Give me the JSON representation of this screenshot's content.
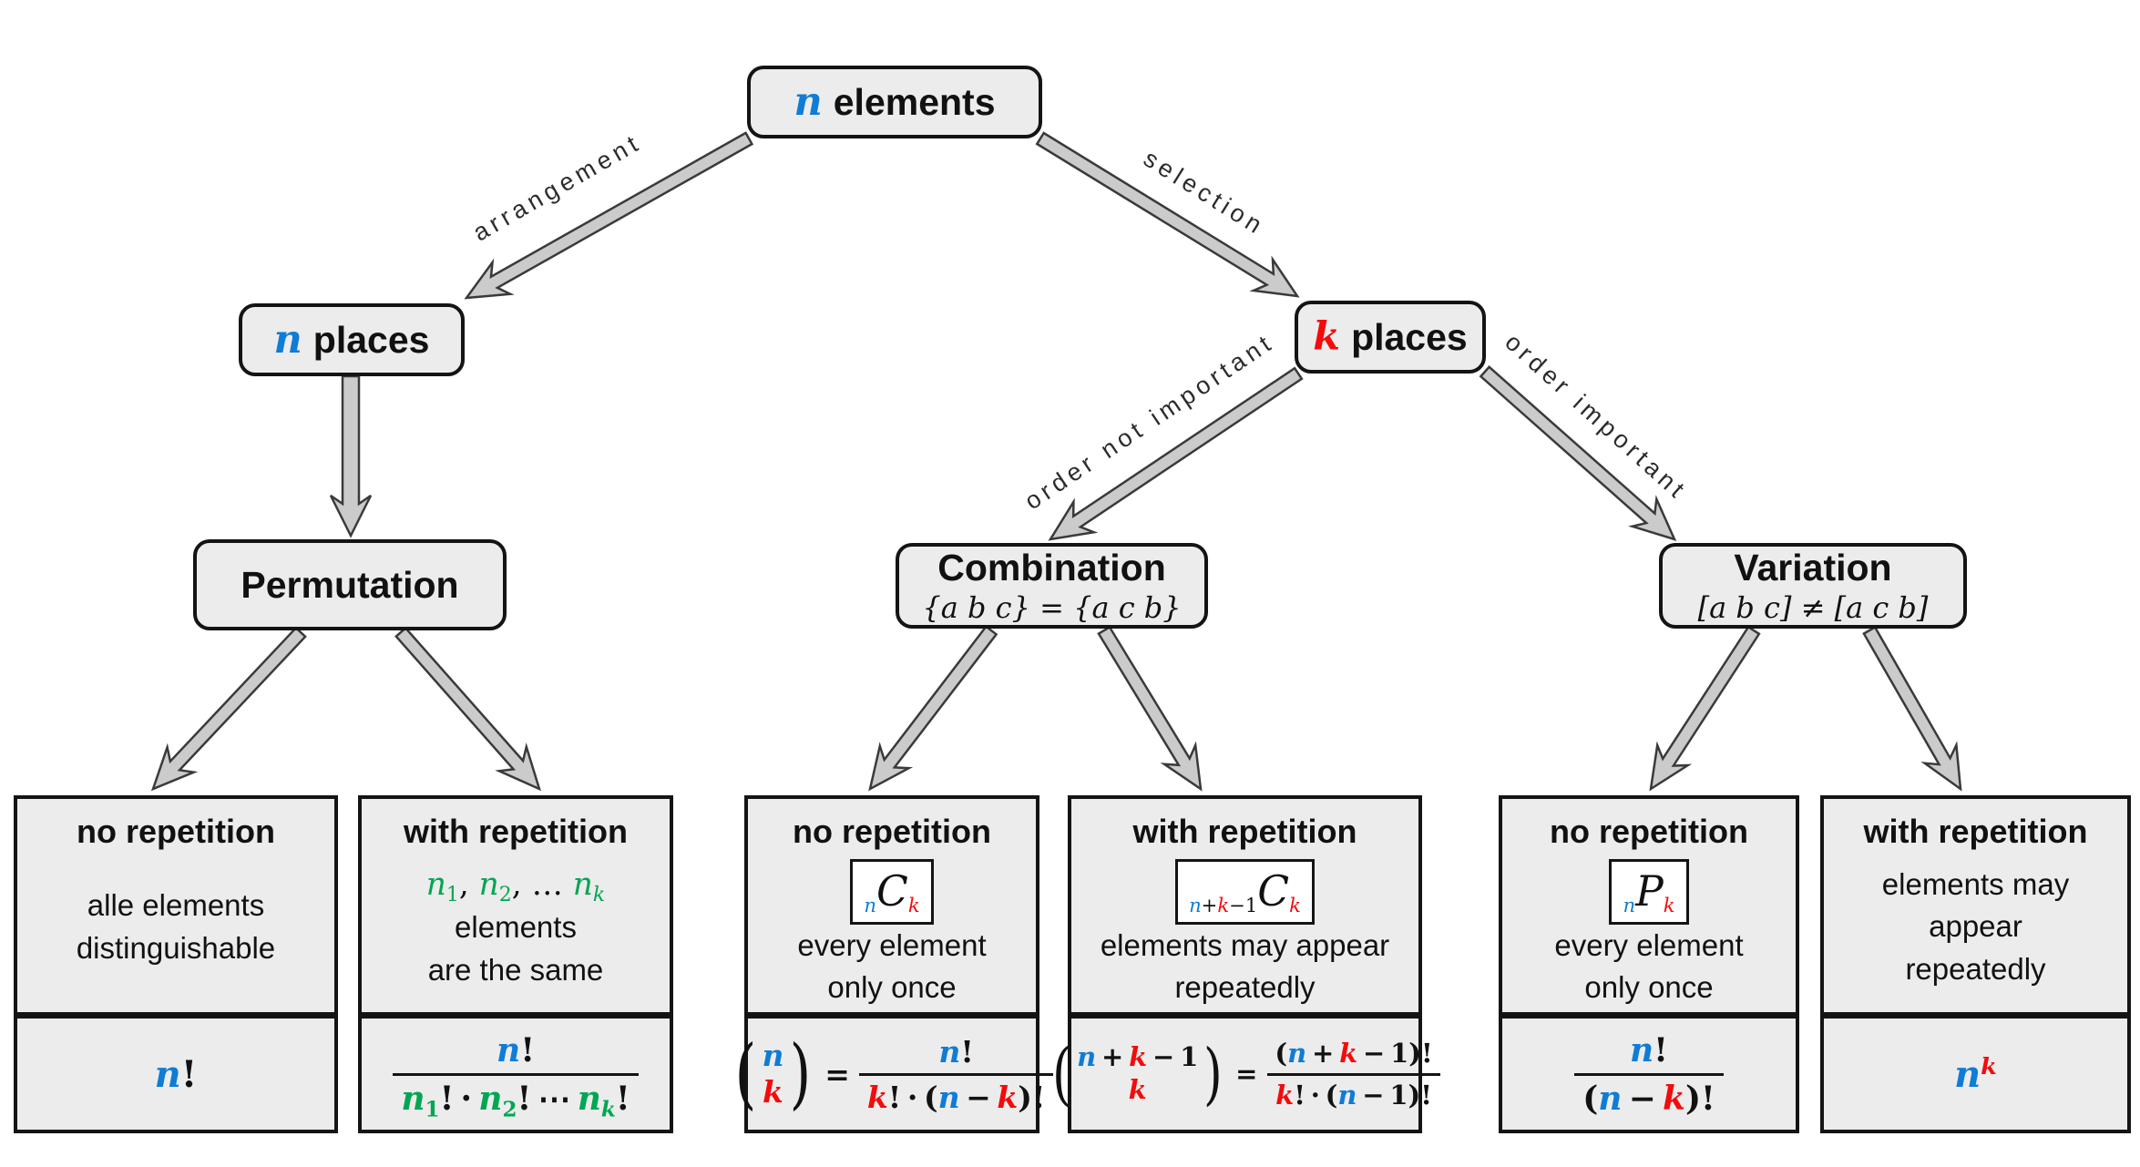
{
  "palette": {
    "blue": "#0f7cd5",
    "red": "#f40b0b",
    "green": "#00a651",
    "box_fill": "#ececec",
    "border": "#141414",
    "arrow_fill": "#cbcbcb",
    "arrow_stroke": "#3a3a3a",
    "label": "#2c2c2c"
  },
  "nodes": {
    "root": {
      "var": "n",
      "label": "elements"
    },
    "n_places": {
      "var": "n",
      "label": "places"
    },
    "k_places": {
      "var": "k",
      "label": "places"
    },
    "permutation": {
      "title": "Permutation"
    },
    "combination": {
      "title": "Combination",
      "subtitle": "{a b c} = {a c b}"
    },
    "variation": {
      "title": "Variation",
      "subtitle": "[a b c] ≠ [a c b]"
    }
  },
  "edges": {
    "arrangement": "arrangement",
    "selection": "selection",
    "order_not_important": "order not important",
    "order_important": "order important"
  },
  "leaves": [
    {
      "title": "no repetition",
      "desc": [
        {
          "text": "alle elements"
        },
        {
          "br": 1
        },
        {
          "text": "distinguishable"
        }
      ],
      "formula": [
        {
          "math": [
            {
              "t": "n",
              "c": "blue"
            },
            {
              "t": "!",
              "up": 1
            }
          ]
        }
      ]
    },
    {
      "title": "with repetition",
      "desc": [
        {
          "math": [
            {
              "t": "n",
              "c": "green",
              "sub": {
                "t": "1",
                "c": "green",
                "up": 1
              }
            },
            {
              "t": ", ",
              "up": 1
            },
            {
              "t": "n",
              "c": "green",
              "sub": {
                "t": "2",
                "c": "green",
                "up": 1
              }
            },
            {
              "t": ", … ",
              "up": 1
            },
            {
              "t": "n",
              "c": "green",
              "sub": {
                "t": "k",
                "c": "green"
              }
            }
          ]
        },
        {
          "text": " elements"
        },
        {
          "br": 1
        },
        {
          "text": "are the same"
        }
      ],
      "formula": [
        {
          "frac": {
            "num": [
              {
                "math": [
                  {
                    "t": "n",
                    "c": "blue"
                  },
                  {
                    "t": "!",
                    "up": 1
                  }
                ]
              }
            ],
            "den": [
              {
                "math": [
                  {
                    "t": "n",
                    "c": "green",
                    "sub": {
                      "t": "1",
                      "c": "green",
                      "up": 1
                    }
                  },
                  {
                    "t": "! · ",
                    "up": 1
                  },
                  {
                    "t": "n",
                    "c": "green",
                    "sub": {
                      "t": "2",
                      "c": "green",
                      "up": 1
                    }
                  },
                  {
                    "t": "! ⋯ ",
                    "up": 1
                  },
                  {
                    "t": "n",
                    "c": "green",
                    "sub": {
                      "t": "k",
                      "c": "green"
                    }
                  },
                  {
                    "t": "!",
                    "up": 1
                  }
                ]
              }
            ]
          }
        }
      ]
    },
    {
      "title": "no repetition",
      "badge": [
        {
          "math": [
            {
              "sub": {
                "t": "n",
                "c": "blue"
              }
            },
            {
              "t": "C",
              "big": 1
            },
            {
              "sub": {
                "t": "k",
                "c": "red"
              }
            }
          ]
        }
      ],
      "desc": [
        {
          "text": "every element"
        },
        {
          "br": 1
        },
        {
          "text": "only once"
        }
      ],
      "formula": [
        {
          "binom": {
            "top": [
              {
                "math": [
                  {
                    "t": "n",
                    "c": "blue"
                  }
                ]
              }
            ],
            "bottom": [
              {
                "math": [
                  {
                    "t": "k",
                    "c": "red"
                  }
                ]
              }
            ]
          }
        },
        {
          "math": [
            {
              "t": "=",
              "up": 1
            }
          ]
        },
        {
          "frac": {
            "num": [
              {
                "math": [
                  {
                    "t": "n",
                    "c": "blue"
                  },
                  {
                    "t": "!",
                    "up": 1
                  }
                ]
              }
            ],
            "den": [
              {
                "math": [
                  {
                    "t": "k",
                    "c": "red"
                  },
                  {
                    "t": "! · (",
                    "up": 1
                  },
                  {
                    "t": "n",
                    "c": "blue"
                  },
                  {
                    "t": " − ",
                    "up": 1
                  },
                  {
                    "t": "k",
                    "c": "red"
                  },
                  {
                    "t": ")!",
                    "up": 1
                  }
                ]
              }
            ]
          }
        }
      ]
    },
    {
      "title": "with repetition",
      "badge": [
        {
          "math": [
            {
              "sub": {
                "t": "n",
                "c": "blue"
              }
            },
            {
              "sub": {
                "t": "+",
                "up": 1
              }
            },
            {
              "sub": {
                "t": "k",
                "c": "red"
              }
            },
            {
              "sub": {
                "t": "−1",
                "up": 1
              }
            },
            {
              "t": "C",
              "big": 1
            },
            {
              "sub": {
                "t": "k",
                "c": "red"
              }
            }
          ]
        }
      ],
      "desc": [
        {
          "text": "elements may appear"
        },
        {
          "br": 1
        },
        {
          "text": "repeatedly"
        }
      ],
      "formula": [
        {
          "binom": {
            "top": [
              {
                "math": [
                  {
                    "t": "n",
                    "c": "blue"
                  },
                  {
                    "t": " + ",
                    "up": 1
                  },
                  {
                    "t": "k",
                    "c": "red"
                  },
                  {
                    "t": " − 1",
                    "up": 1
                  }
                ]
              }
            ],
            "bottom": [
              {
                "math": [
                  {
                    "t": "k",
                    "c": "red"
                  }
                ]
              }
            ]
          }
        },
        {
          "math": [
            {
              "t": "=",
              "up": 1
            }
          ]
        },
        {
          "frac": {
            "num": [
              {
                "math": [
                  {
                    "t": "(",
                    "up": 1
                  },
                  {
                    "t": "n",
                    "c": "blue"
                  },
                  {
                    "t": " + ",
                    "up": 1
                  },
                  {
                    "t": "k",
                    "c": "red"
                  },
                  {
                    "t": " − 1",
                    "up": 1
                  },
                  {
                    "t": ")!",
                    "up": 1
                  }
                ]
              }
            ],
            "den": [
              {
                "math": [
                  {
                    "t": "k",
                    "c": "red"
                  },
                  {
                    "t": "! · (",
                    "up": 1
                  },
                  {
                    "t": "n",
                    "c": "blue"
                  },
                  {
                    "t": " − 1)!",
                    "up": 1
                  }
                ]
              }
            ]
          }
        }
      ]
    },
    {
      "title": "no repetition",
      "badge": [
        {
          "math": [
            {
              "sub": {
                "t": "n",
                "c": "blue"
              }
            },
            {
              "t": "P",
              "big": 1
            },
            {
              "sub": {
                "t": "k",
                "c": "red"
              }
            }
          ]
        }
      ],
      "desc": [
        {
          "text": "every element"
        },
        {
          "br": 1
        },
        {
          "text": "only once"
        }
      ],
      "formula": [
        {
          "frac": {
            "num": [
              {
                "math": [
                  {
                    "t": "n",
                    "c": "blue"
                  },
                  {
                    "t": "!",
                    "up": 1
                  }
                ]
              }
            ],
            "den": [
              {
                "math": [
                  {
                    "t": "(",
                    "up": 1
                  },
                  {
                    "t": "n",
                    "c": "blue"
                  },
                  {
                    "t": " − ",
                    "up": 1
                  },
                  {
                    "t": "k",
                    "c": "red"
                  },
                  {
                    "t": ")!",
                    "up": 1
                  }
                ]
              }
            ]
          }
        }
      ]
    },
    {
      "title": "with repetition",
      "desc": [
        {
          "text": "elements may appear"
        },
        {
          "br": 1
        },
        {
          "text": "repeatedly"
        }
      ],
      "formula": [
        {
          "math": [
            {
              "t": "n",
              "c": "blue",
              "sup": {
                "t": "k",
                "c": "red"
              }
            }
          ]
        }
      ]
    }
  ]
}
